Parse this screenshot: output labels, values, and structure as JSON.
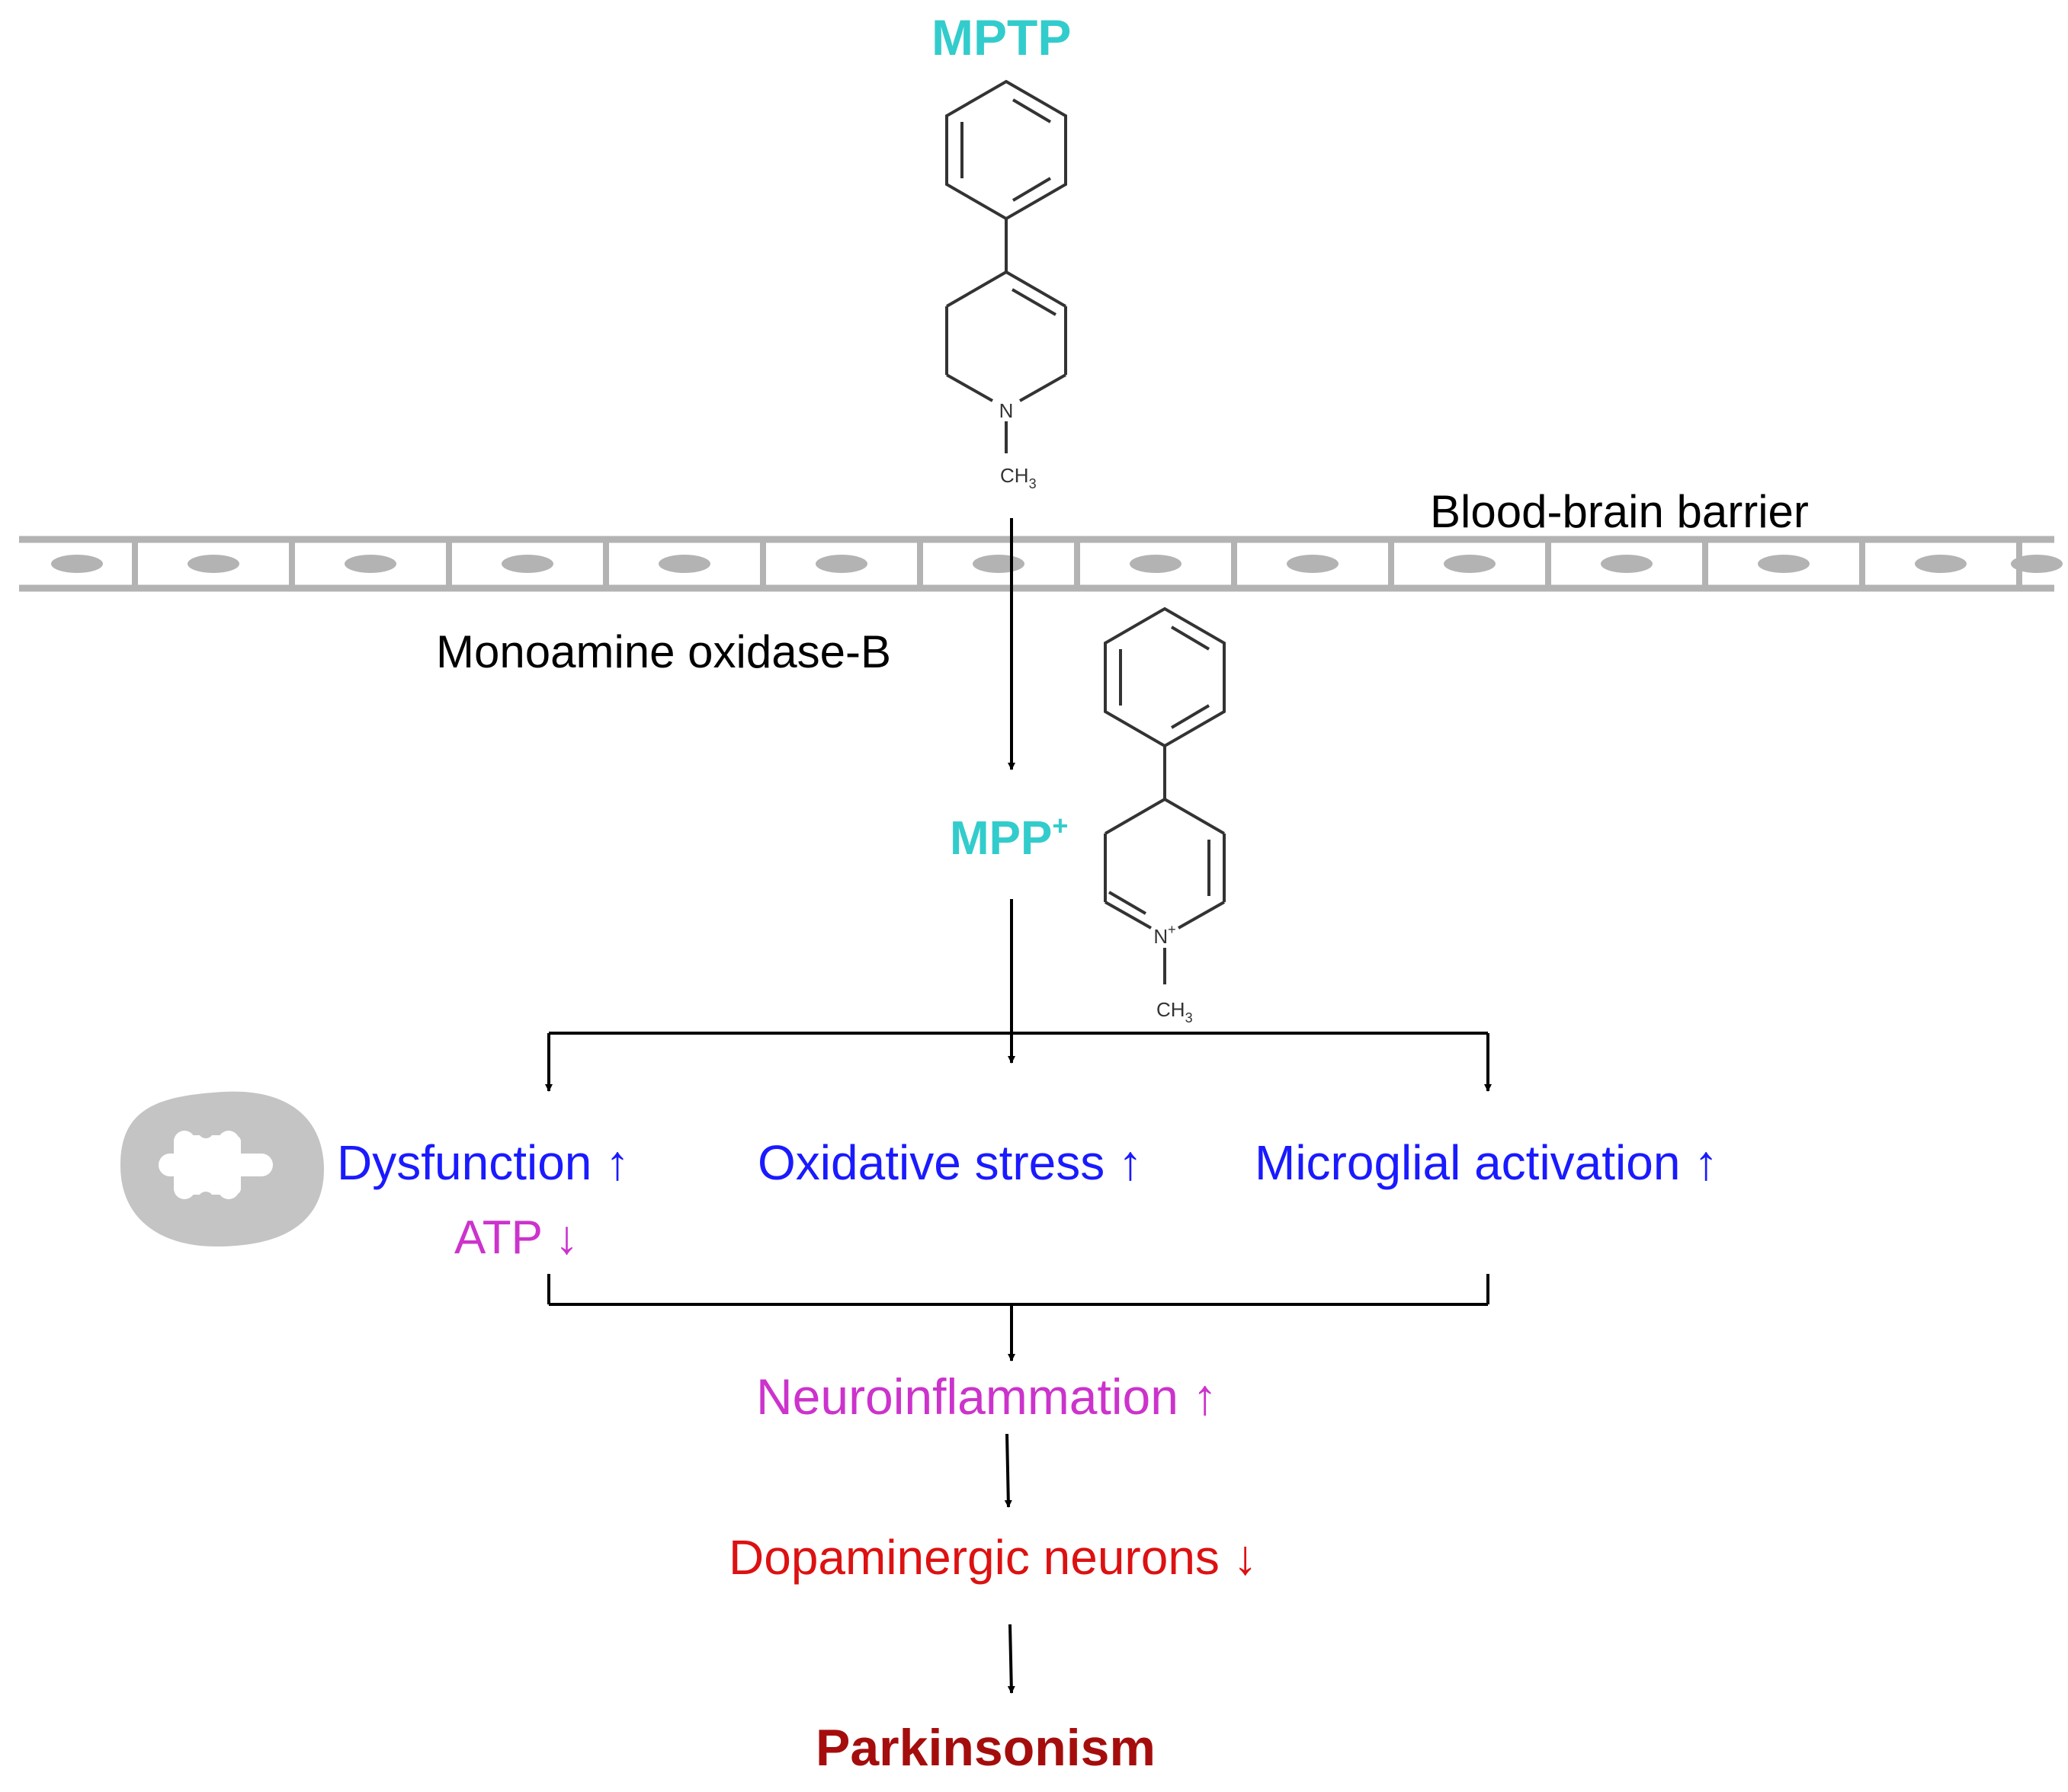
{
  "compounds": {
    "mptp": {
      "name": "MPTP",
      "methyl": "CH3",
      "nitrogen": "N"
    },
    "mpp": {
      "name": "MPP",
      "charge": "+",
      "methyl": "CH3",
      "nitrogen": "N+"
    }
  },
  "barrier": {
    "label": "Blood-brain barrier"
  },
  "enzyme": {
    "label": "Monoamine oxidase-B"
  },
  "effects": {
    "dysfunction": {
      "label": "Dysfunction",
      "arrow": "↑"
    },
    "atp": {
      "label": "ATP",
      "arrow": "↓"
    },
    "oxidative": {
      "label": "Oxidative stress",
      "arrow": "↑"
    },
    "microglial": {
      "label": "Microglial activation",
      "arrow": "↑"
    }
  },
  "neuroinflammation": {
    "label": "Neuroinflammation",
    "arrow": "↑"
  },
  "dopaminergic": {
    "label": "Dopaminergic neurons",
    "arrow": "↓"
  },
  "outcome": {
    "label": "Parkinsonism"
  },
  "colors": {
    "cyan": "#33cccc",
    "blue": "#1a1aff",
    "magenta": "#cc33cc",
    "red": "#dd1111",
    "darkred": "#a50d0d",
    "gray": "#b3b3b3",
    "line": "#000000"
  }
}
